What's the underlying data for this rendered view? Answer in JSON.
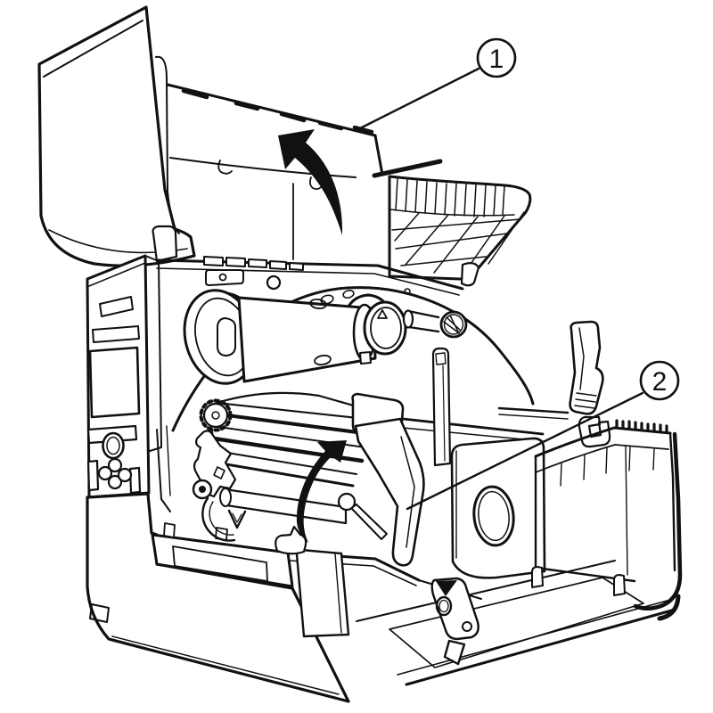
{
  "figure": {
    "type": "technical-illustration",
    "subject": "Industrial label printer shown open: media cover swung up, print head assembly raised",
    "background_color": "#ffffff",
    "line_color": "#111111",
    "callouts": [
      {
        "number": "1",
        "target": "media-cover-opened",
        "motion": "curved arrow showing cover opening upward"
      },
      {
        "number": "2",
        "target": "print-head-assembly-raised",
        "motion": "curved arrow showing head assembly rotating open"
      }
    ]
  }
}
